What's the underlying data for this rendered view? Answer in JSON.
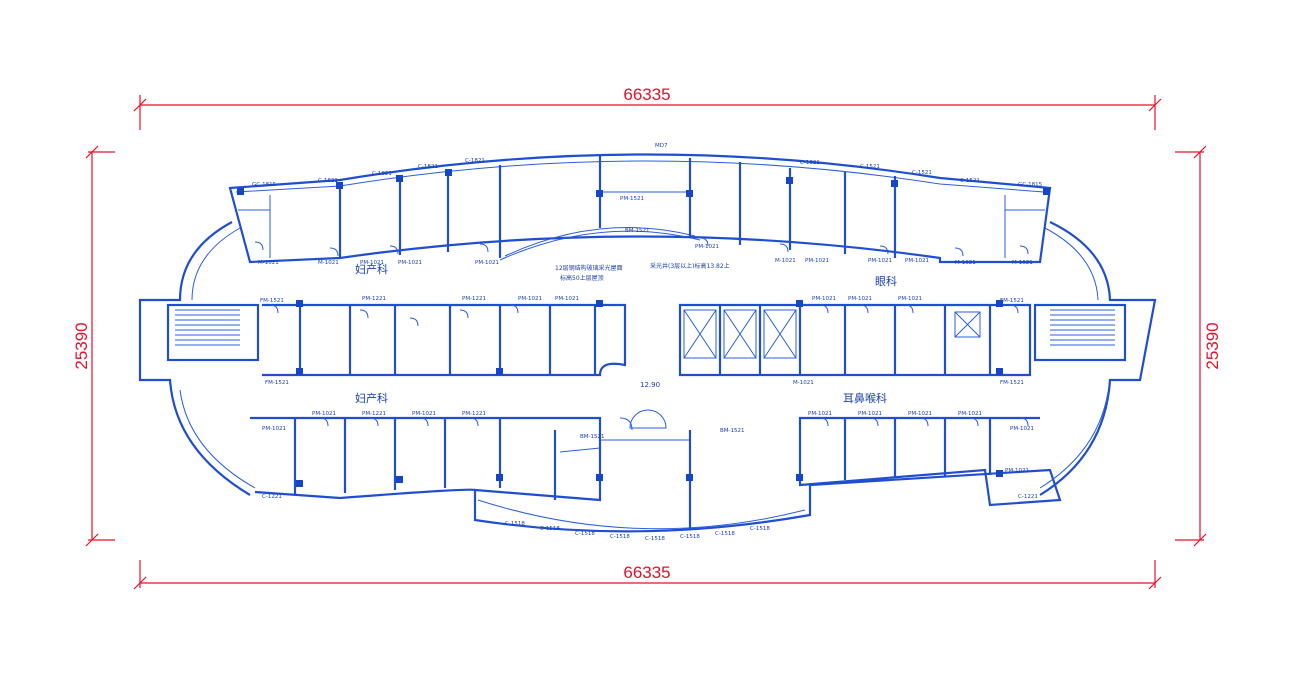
{
  "dimensions": {
    "top": "66335",
    "bottom": "66335",
    "left": "25390",
    "right": "25390"
  },
  "departments": {
    "obstetrics_upper": "妇产科",
    "obstetrics_lower": "妇产科",
    "ophthalmology": "眼科",
    "ent": "耳鼻喉科"
  },
  "elevation": "12.90",
  "notes": {
    "upper_note_1": "12层钢结构玻璃采光屋面",
    "upper_note_2": "标高50上层屋顶",
    "center_note": "采光井(3层以上)标高13.82上"
  },
  "door_tags": {
    "m1021": "M-1021",
    "pm1021": "PM-1021",
    "pm1221": "PM-1221",
    "pm1521": "PM-1521",
    "fm1521": "FM-1521",
    "bm1521": "BM-1521"
  },
  "window_tags": {
    "c1821": "C-1821",
    "c1521": "C-1521",
    "c1221": "C-1221",
    "c1518": "C-1518",
    "gc1815": "GC-1815",
    "md7": "MD7"
  },
  "colors": {
    "walls": "#1f4fd0",
    "dimensions": "#e8102a",
    "background": "#ffffff"
  }
}
